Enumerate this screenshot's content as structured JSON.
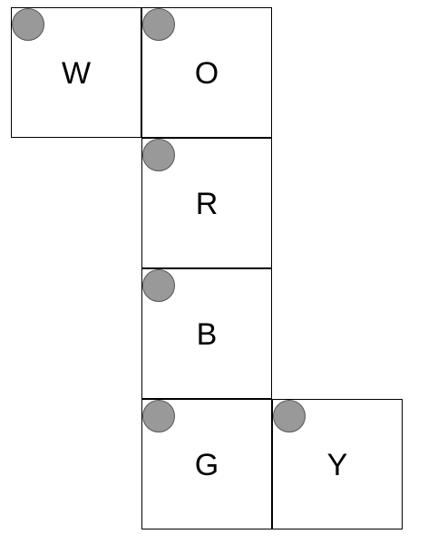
{
  "faces": [
    {
      "label": "W",
      "col": 0,
      "row": 0
    },
    {
      "label": "O",
      "col": 1,
      "row": 0
    },
    {
      "label": "R",
      "col": 1,
      "row": 1
    },
    {
      "label": "B",
      "col": 1,
      "row": 2
    },
    {
      "label": "G",
      "col": 1,
      "row": 3
    },
    {
      "label": "Y",
      "col": 2,
      "row": 3
    }
  ],
  "colors": {
    "dot_fill": "#999999",
    "border": "#000000",
    "background": "#ffffff"
  }
}
